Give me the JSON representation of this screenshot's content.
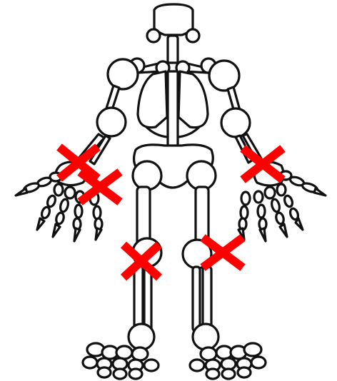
{
  "diagram": {
    "subject": "skeleton",
    "marker_symbol": "X",
    "marker_color": "#ff0000",
    "outline_color": "#111111",
    "background_color": "#ffffff",
    "marked_regions": [
      "right-wrist",
      "right-hand",
      "left-wrist",
      "right-knee",
      "left-knee"
    ]
  }
}
